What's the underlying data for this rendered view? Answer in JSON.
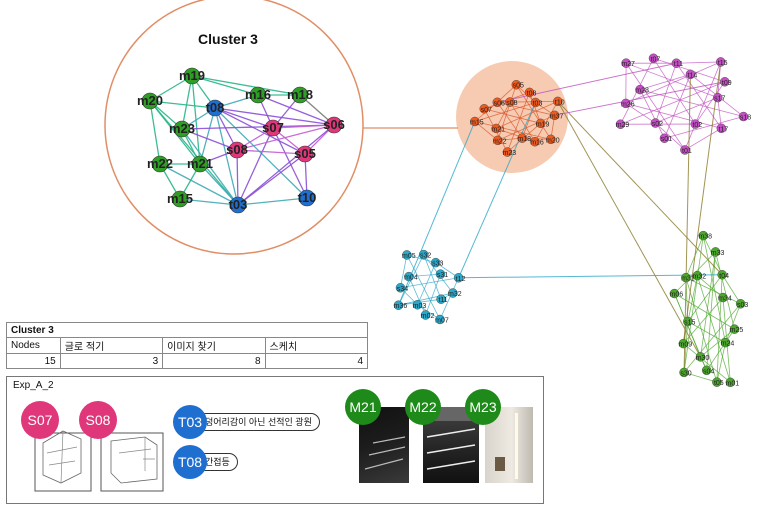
{
  "cluster_zoom": {
    "title": "Cluster 3",
    "nodes": [
      {
        "id": "m19",
        "label": "m19",
        "group": "m"
      },
      {
        "id": "m20",
        "label": "m20",
        "group": "m"
      },
      {
        "id": "t08",
        "label": "t08",
        "group": "t"
      },
      {
        "id": "m16",
        "label": "m16",
        "group": "m"
      },
      {
        "id": "m18",
        "label": "m18",
        "group": "m"
      },
      {
        "id": "m23",
        "label": "m23",
        "group": "m"
      },
      {
        "id": "s07",
        "label": "s07",
        "group": "s"
      },
      {
        "id": "s06",
        "label": "s06",
        "group": "s"
      },
      {
        "id": "s08",
        "label": "s08",
        "group": "s"
      },
      {
        "id": "s05",
        "label": "s05",
        "group": "s"
      },
      {
        "id": "m22",
        "label": "m22",
        "group": "m"
      },
      {
        "id": "m21",
        "label": "m21",
        "group": "m"
      },
      {
        "id": "m15",
        "label": "m15",
        "group": "m"
      },
      {
        "id": "t03",
        "label": "t03",
        "group": "t"
      },
      {
        "id": "t10",
        "label": "t10",
        "group": "t"
      }
    ]
  },
  "colors": {
    "m": "#2e9e25",
    "t": "#1f6fd1",
    "s": "#e0367a",
    "cluster_orange": "#ef5a1e",
    "cluster_pink": "#c64fc6",
    "cluster_cyan": "#2aa7c9",
    "cluster_green": "#4ca82c",
    "highlight": "#f5c2a3",
    "ring": "#e08e66"
  },
  "network": {
    "orange": [
      "m19",
      "m20",
      "m16",
      "m18",
      "m23",
      "m22",
      "m21",
      "m15",
      "s07",
      "s06",
      "s08",
      "s05",
      "t08",
      "t03",
      "t10",
      "m37"
    ],
    "pink": [
      "t02",
      "t01",
      "s01",
      "s02",
      "m29",
      "m26",
      "m28",
      "m27",
      "t07",
      "t11",
      "t14",
      "t15",
      "t09",
      "s17",
      "s18",
      "t17"
    ],
    "cyan": [
      "t11c",
      "m07",
      "m02",
      "m03",
      "m36",
      "s34",
      "m04",
      "m05",
      "s32",
      "s33",
      "s31",
      "t12",
      "m32c"
    ],
    "green": [
      "m30",
      "s30",
      "m09",
      "s15",
      "m06",
      "m31",
      "m32",
      "m38",
      "m33",
      "t04",
      "m34",
      "s03",
      "m25",
      "m24",
      "m01",
      "t05",
      "s04"
    ]
  },
  "table": {
    "caption": "Cluster 3",
    "headers": [
      "Nodes",
      "글로 적기",
      "이미지 찾기",
      "스케치"
    ],
    "values": [
      "15",
      "3",
      "8",
      "4"
    ]
  },
  "exp": {
    "title": "Exp_A_2",
    "sketch_badges": [
      "S07",
      "S08"
    ],
    "text_items": [
      {
        "badge": "T03",
        "text": "덩어리감이 아닌 선적인 광원"
      },
      {
        "badge": "T08",
        "text": "간접등"
      }
    ],
    "image_badges": [
      "M21",
      "M22",
      "M23"
    ]
  }
}
